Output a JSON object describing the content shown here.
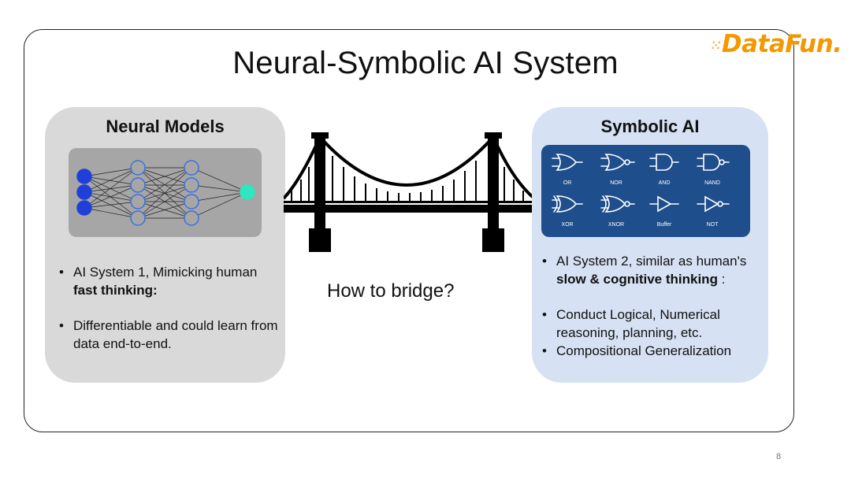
{
  "slide": {
    "title": "Neural-Symbolic AI System",
    "logo_text": "DataFun.",
    "page_number": "8"
  },
  "neural": {
    "title": "Neural Models",
    "bullet1_text": "AI System 1, Mimicking human ",
    "bullet1_bold": "fast thinking:",
    "bullet2_text": "Differentiable and could learn from data end-to-end."
  },
  "bridge": {
    "question": "How to bridge?"
  },
  "symbolic": {
    "title": "Symbolic AI",
    "gates": [
      "OR",
      "NOR",
      "AND",
      "NAND",
      "XOR",
      "XNOR",
      "Buffer",
      "NOT"
    ],
    "bullet1_text": "AI System 2, similar as human's ",
    "bullet1_bold": "slow & cognitive thinking",
    "bullet1_tail": " :",
    "bullet2_text": "Conduct Logical, Numerical reasoning, planning, etc.",
    "bullet3_text": "Compositional Generalization"
  },
  "colors": {
    "input_nodes": "#1f3fd8",
    "hidden_nodes": "#3d6fe0",
    "output_node": "#2ee6c0",
    "gates_bg": "#1f4e8c",
    "logo": "#f39800"
  }
}
